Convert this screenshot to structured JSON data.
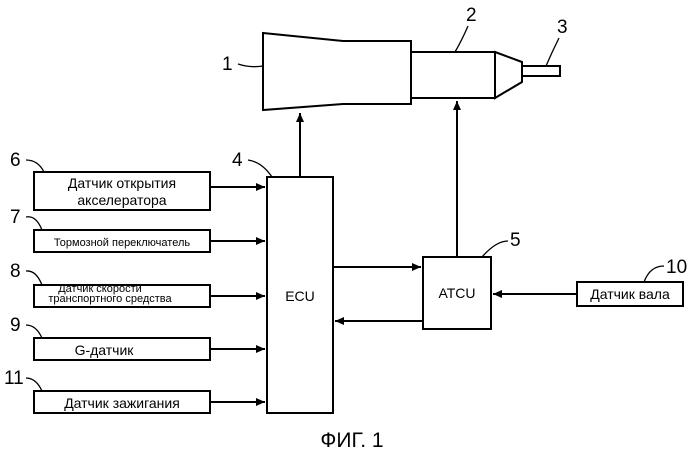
{
  "figure": {
    "caption": "ФИГ. 1",
    "numbers": {
      "n1": "1",
      "n2": "2",
      "n3": "3",
      "n4": "4",
      "n5": "5",
      "n6": "6",
      "n7": "7",
      "n8": "8",
      "n9": "9",
      "n10": "10",
      "n11": "11"
    },
    "blocks": {
      "ecu": "ECU",
      "atcu": "ATCU"
    },
    "sensors": {
      "accelerator_line1": "Датчик открытия",
      "accelerator_line2": "акселератора",
      "brake_switch": "Тормозной переключатель",
      "speed_line1": "Датчик скорости",
      "speed_line2": "транспортного средства",
      "g_sensor": "G-датчик",
      "ignition": "Датчик зажигания",
      "shaft": "Датчик вала"
    }
  }
}
